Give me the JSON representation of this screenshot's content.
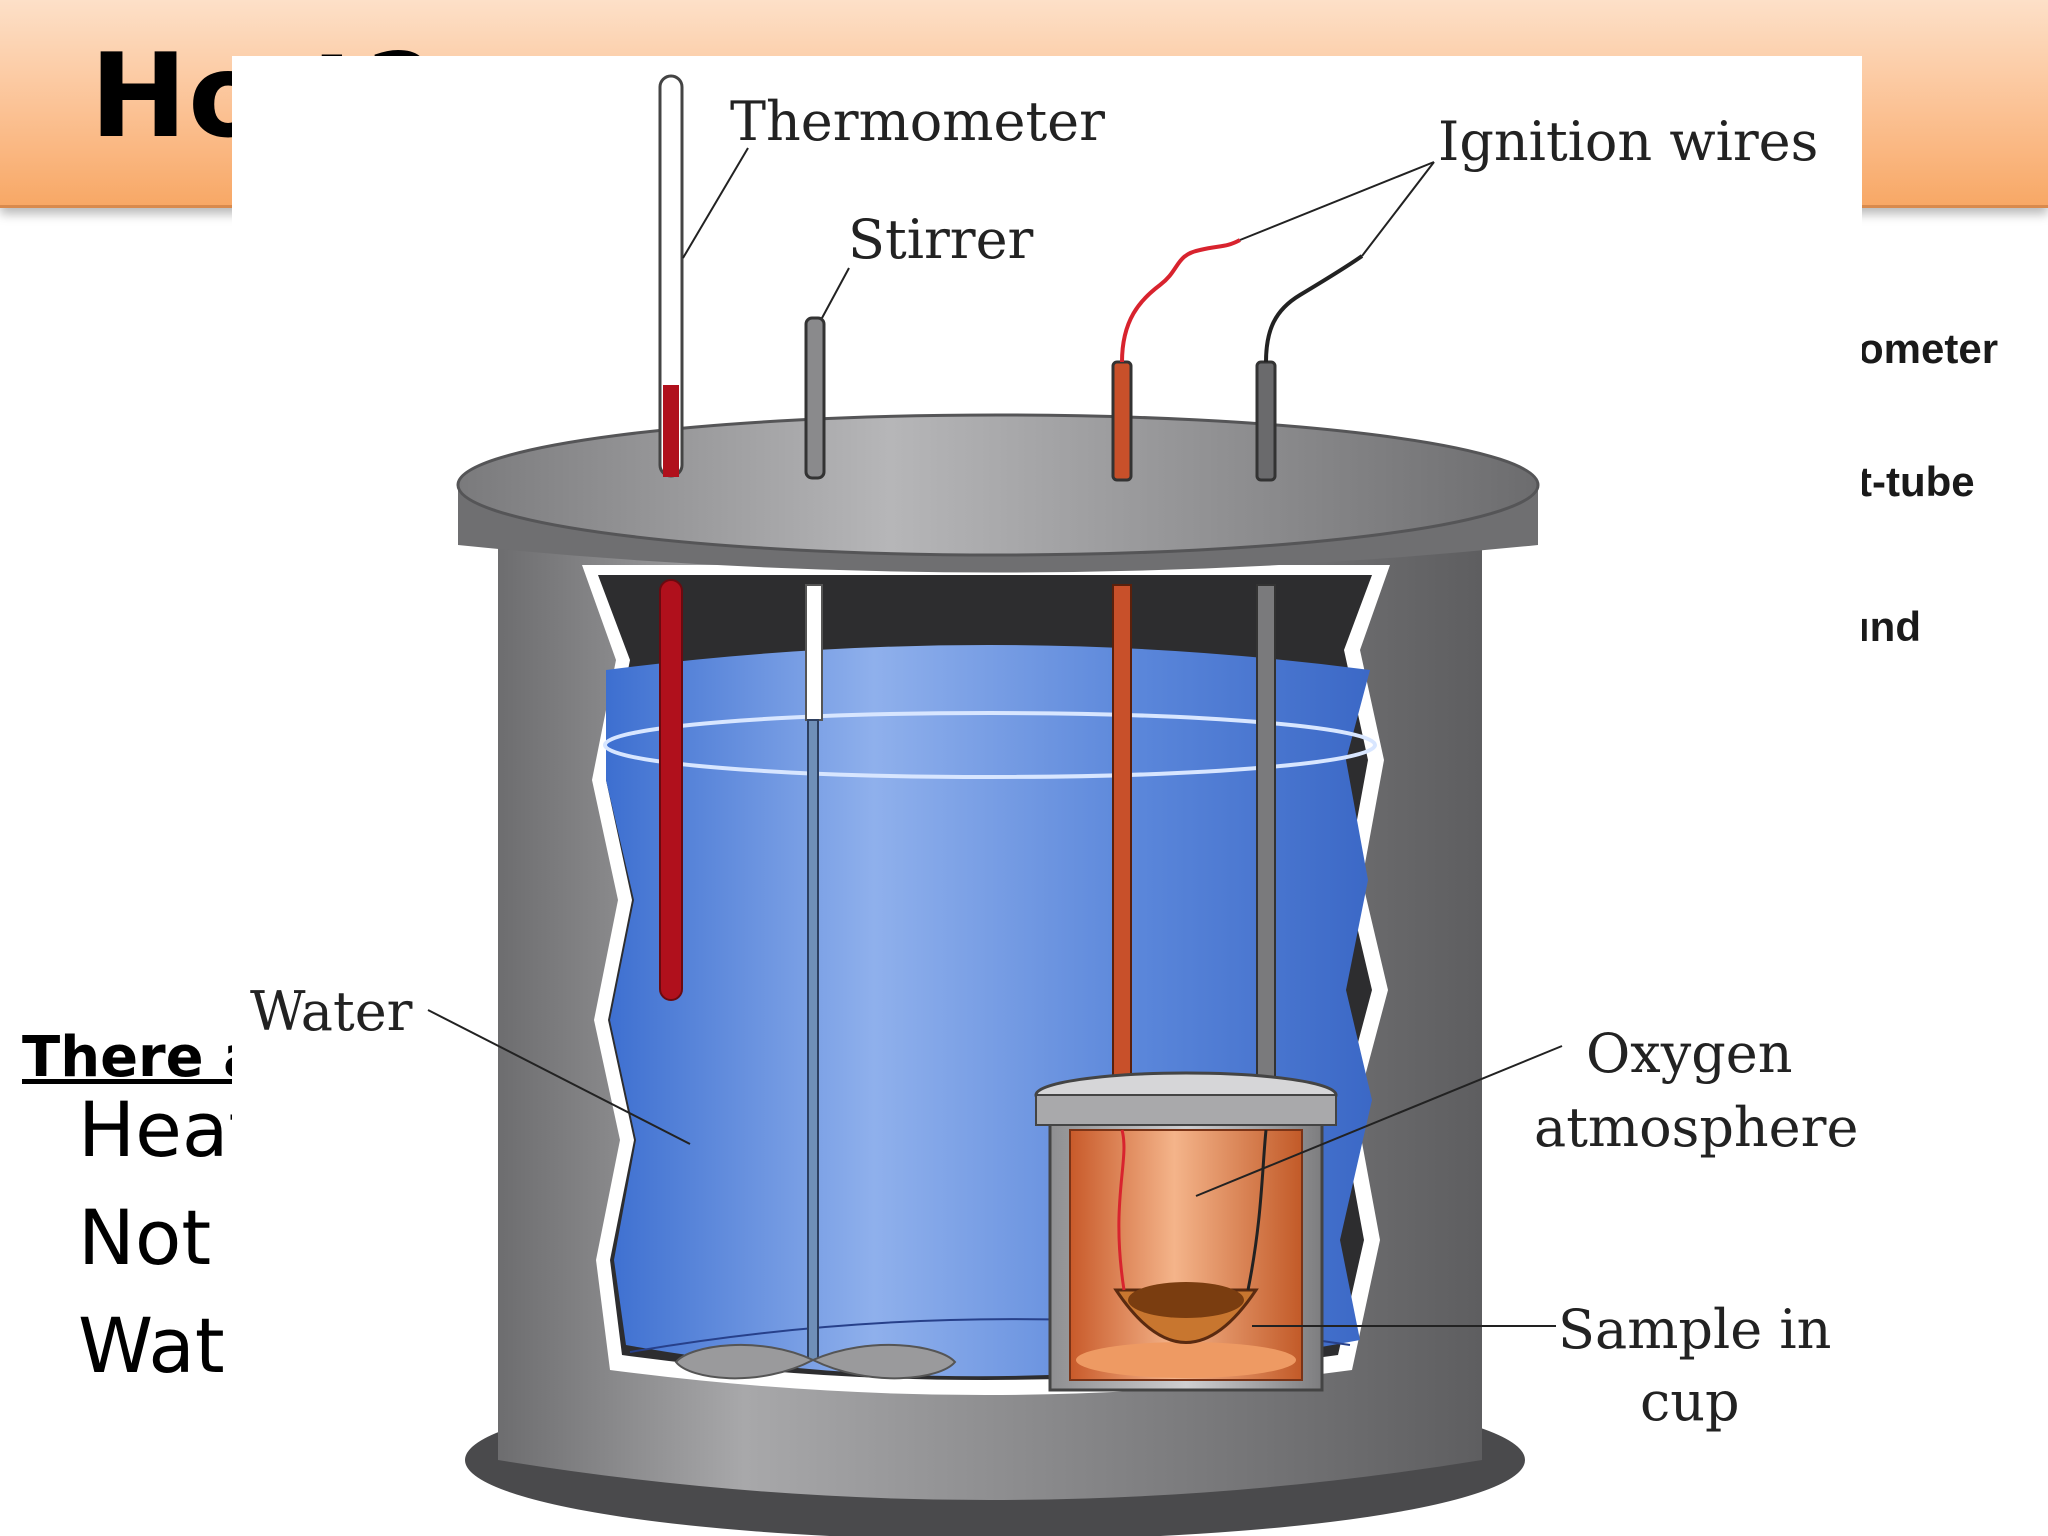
{
  "slide": {
    "title": "Ho                                    t?",
    "right_fragments": [
      "ometer",
      "t-tube",
      "ınd"
    ],
    "left_heading": "There a",
    "left_lines": [
      "Heat",
      "Not",
      "Wat"
    ]
  },
  "diagram": {
    "labels": {
      "thermometer": "Thermometer",
      "stirrer": "Stirrer",
      "ignition": "Ignition wires",
      "water": "Water",
      "oxygen_1": "Oxygen",
      "oxygen_2": "atmosphere",
      "sample_1": "Sample in",
      "sample_2": "cup"
    },
    "colors": {
      "water": "#4a7ad6",
      "steel": "#8e8e90",
      "mercury": "#b0101c",
      "sample_cup": "#d9703c",
      "title_bar": "#fbc193"
    }
  }
}
